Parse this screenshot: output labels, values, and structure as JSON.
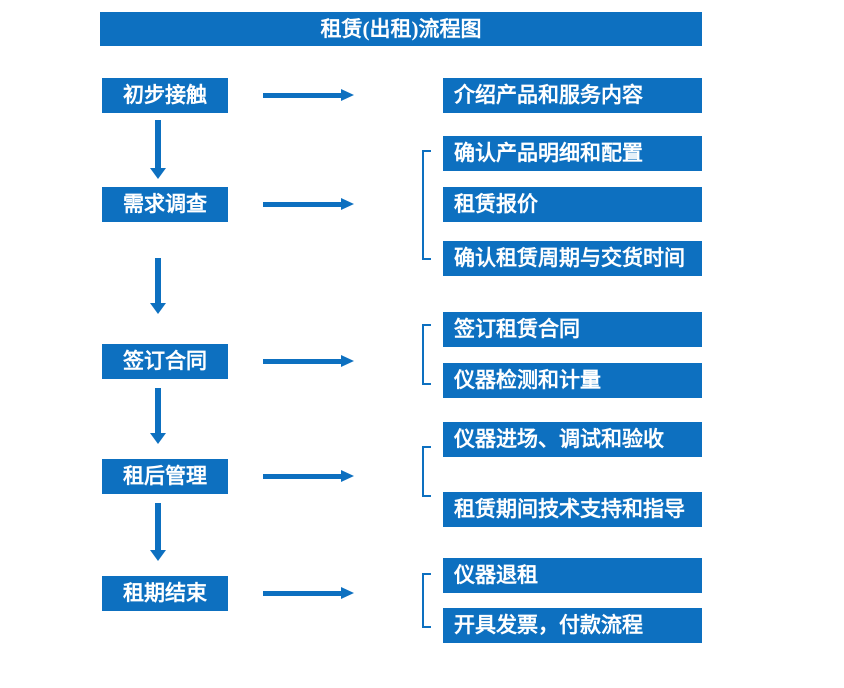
{
  "title": "租赁(出租)流程图",
  "colors": {
    "primary": "#0d70c0",
    "box-text": "#ffffff",
    "background": "#ffffff"
  },
  "flow": [
    {
      "step": "初步接触",
      "details": [
        "介绍产品和服务内容"
      ]
    },
    {
      "step": "需求调查",
      "details": [
        "确认产品明细和配置",
        "租赁报价",
        "确认租赁周期与交货时间"
      ]
    },
    {
      "step": "签订合同",
      "details": [
        "签订租赁合同",
        "仪器检测和计量"
      ]
    },
    {
      "step": "租后管理",
      "details": [
        "仪器进场、调试和验收",
        "租赁期间技术支持和指导"
      ]
    },
    {
      "step": "租期结束",
      "details": [
        "仪器退租",
        "开具发票，付款流程"
      ]
    }
  ]
}
